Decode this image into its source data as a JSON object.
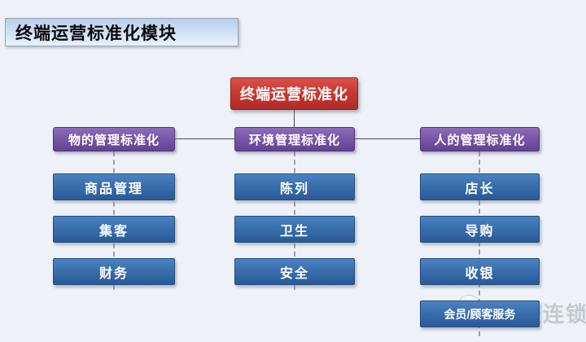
{
  "page_title": "终端运营标准化模块",
  "root": {
    "label": "终端运营标准化"
  },
  "branches": [
    {
      "label": "物的管理标准化",
      "children": [
        "商品管理",
        "集客",
        "财务"
      ]
    },
    {
      "label": "环境管理标准化",
      "children": [
        "陈列",
        "卫生",
        "安全"
      ]
    },
    {
      "label": "人的管理标准化",
      "children": [
        "店长",
        "导购",
        "收银",
        "会员/顾客服务"
      ]
    }
  ],
  "watermark": {
    "text": "强叔谈连锁"
  },
  "colors": {
    "background": "#eef1f7",
    "root_red": "#c93a34",
    "branch_purple": "#7a57aa",
    "leaf_blue": "#3a6fae",
    "title_plate_blue": "#c4d5f0",
    "connector": "#4d4d4d"
  }
}
